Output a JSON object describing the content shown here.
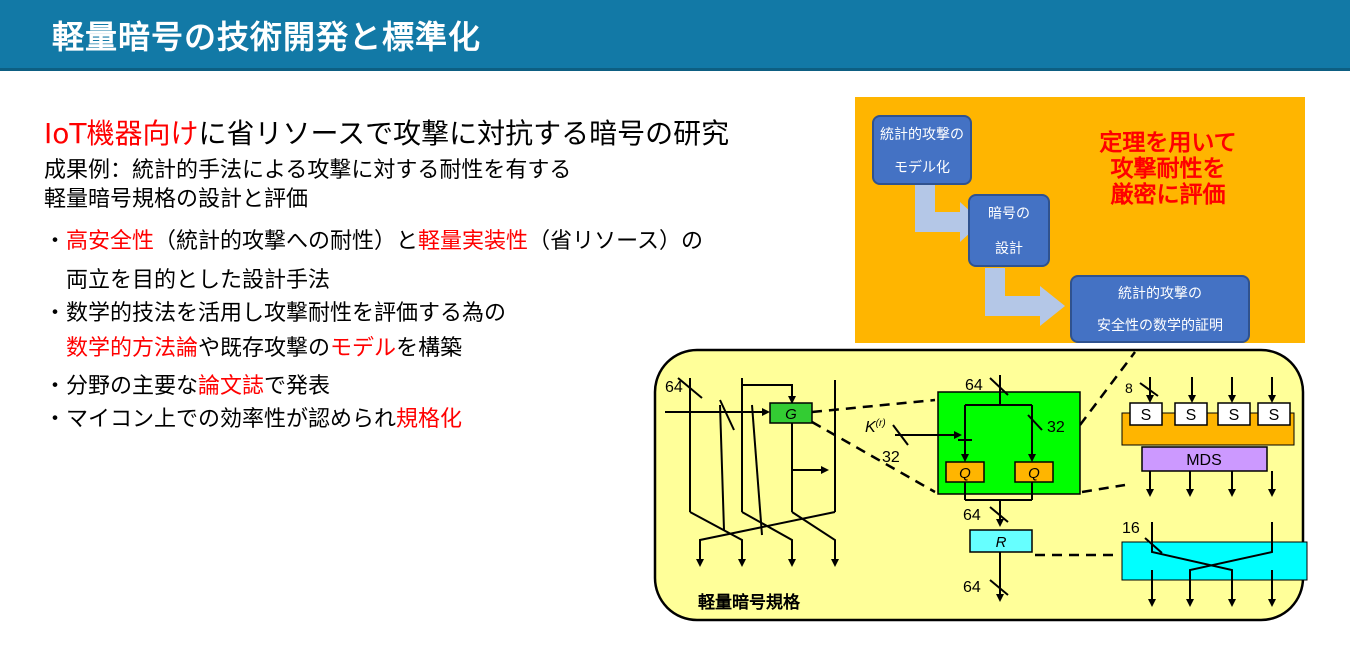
{
  "header": {
    "title": "軽量暗号の技術開発と標準化"
  },
  "content": {
    "heading": {
      "red": "IoT機器向け",
      "black": "に省リソースで攻撃に対抗する暗号の研究"
    },
    "lines": [
      {
        "parts": [
          {
            "text": "成果例：統計的手法による攻撃に対する耐性を有する",
            "red": false
          }
        ]
      },
      {
        "parts": [
          {
            "text": "軽量暗号規格の設計と評価",
            "red": false
          }
        ]
      },
      {
        "parts": [
          {
            "text": "・",
            "red": false
          },
          {
            "text": "高安全性",
            "red": true
          },
          {
            "text": "（統計的攻撃への耐性）と",
            "red": false
          },
          {
            "text": "軽量実装性",
            "red": true
          },
          {
            "text": "（省リソース）の",
            "red": false
          }
        ]
      },
      {
        "parts": [
          {
            "text": "　両立を目的とした設計手法",
            "red": false
          }
        ]
      },
      {
        "parts": [
          {
            "text": "・数学的技法を活用し攻撃耐性を評価する為の",
            "red": false
          }
        ]
      },
      {
        "parts": [
          {
            "text": "　",
            "red": false
          },
          {
            "text": "数学的方法論",
            "red": true
          },
          {
            "text": "や既存攻撃の",
            "red": false
          },
          {
            "text": "モデル",
            "red": true
          },
          {
            "text": "を構築",
            "red": false
          }
        ]
      },
      {
        "parts": [
          {
            "text": "・分野の主要な",
            "red": false
          },
          {
            "text": "論文誌",
            "red": true
          },
          {
            "text": "で発表",
            "red": false
          }
        ]
      },
      {
        "parts": [
          {
            "text": "・マイコン上での効率性が認められ",
            "red": false
          },
          {
            "text": "規格化",
            "red": true
          }
        ]
      }
    ]
  },
  "flow": {
    "box1": {
      "line1": "統計的攻撃の",
      "line2": "モデル化"
    },
    "box2": {
      "line1": "暗号の",
      "line2": "設計"
    },
    "box3": {
      "line1": "統計的攻撃の",
      "line2": "安全性の数学的証明"
    },
    "theorem": {
      "line1": "定理を用いて",
      "line2": "攻撃耐性を",
      "line3": "厳密に評価"
    }
  },
  "circuit": {
    "title": "軽量暗号規格",
    "g_label": "G",
    "k_label": "K",
    "k_superscript": "(r)",
    "q_label": "Q",
    "r_label": "R",
    "s_label": "S",
    "mds_label": "MDS",
    "bits_64": "64",
    "bits_32": "32",
    "bits_8": "8",
    "bits_16": "16"
  },
  "colors": {
    "header": "#1279a6",
    "accent_red": "#ff0000",
    "flow_bg": "#ffb500",
    "flow_box": "#4472c4",
    "circuit_bg": "#ffff99",
    "g_box": "#33cc33",
    "core_box": "#00ff00",
    "q_box": "#ffb500",
    "r_box": "#66ffff",
    "mds_box": "#cc99ff",
    "perm_box": "#00ffff"
  }
}
